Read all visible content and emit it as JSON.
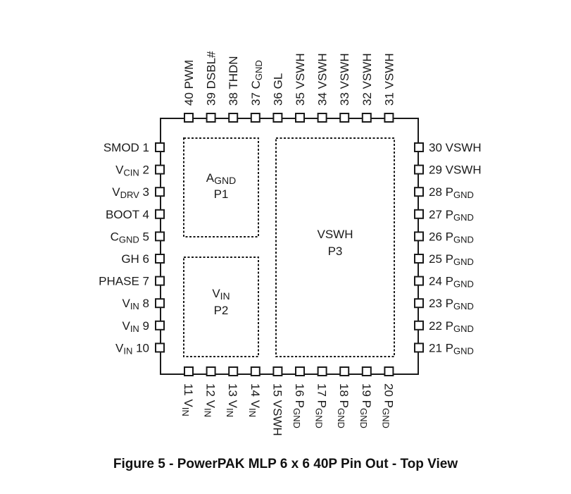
{
  "caption": "Figure 5 - PowerPAK MLP 6 x 6 40P Pin Out - Top View",
  "pads": [
    {
      "id": "P1",
      "lines": [
        {
          "main": "A",
          "sub": "GND"
        },
        {
          "main": "P1",
          "sub": ""
        }
      ]
    },
    {
      "id": "P2",
      "lines": [
        {
          "main": "V",
          "sub": "IN"
        },
        {
          "main": "P2",
          "sub": ""
        }
      ]
    },
    {
      "id": "P3",
      "lines": [
        {
          "main": "VSWH",
          "sub": ""
        },
        {
          "main": "P3",
          "sub": ""
        }
      ]
    }
  ],
  "pins": {
    "left": [
      {
        "num": 1,
        "main": "SMOD",
        "sub": ""
      },
      {
        "num": 2,
        "main": "V",
        "sub": "CIN"
      },
      {
        "num": 3,
        "main": "V",
        "sub": "DRV"
      },
      {
        "num": 4,
        "main": "BOOT",
        "sub": ""
      },
      {
        "num": 5,
        "main": "C",
        "sub": "GND"
      },
      {
        "num": 6,
        "main": "GH",
        "sub": ""
      },
      {
        "num": 7,
        "main": "PHASE",
        "sub": ""
      },
      {
        "num": 8,
        "main": "V",
        "sub": "IN"
      },
      {
        "num": 9,
        "main": "V",
        "sub": "IN"
      },
      {
        "num": 10,
        "main": "V",
        "sub": "IN"
      }
    ],
    "bottom": [
      {
        "num": 11,
        "main": "V",
        "sub": "IN"
      },
      {
        "num": 12,
        "main": "V",
        "sub": "IN"
      },
      {
        "num": 13,
        "main": "V",
        "sub": "IN"
      },
      {
        "num": 14,
        "main": "V",
        "sub": "IN"
      },
      {
        "num": 15,
        "main": "VSWH",
        "sub": ""
      },
      {
        "num": 16,
        "main": "P",
        "sub": "GND"
      },
      {
        "num": 17,
        "main": "P",
        "sub": "GND"
      },
      {
        "num": 18,
        "main": "P",
        "sub": "GND"
      },
      {
        "num": 19,
        "main": "P",
        "sub": "GND"
      },
      {
        "num": 20,
        "main": "P",
        "sub": "GND"
      }
    ],
    "right": [
      {
        "num": 21,
        "main": "P",
        "sub": "GND"
      },
      {
        "num": 22,
        "main": "P",
        "sub": "GND"
      },
      {
        "num": 23,
        "main": "P",
        "sub": "GND"
      },
      {
        "num": 24,
        "main": "P",
        "sub": "GND"
      },
      {
        "num": 25,
        "main": "P",
        "sub": "GND"
      },
      {
        "num": 26,
        "main": "P",
        "sub": "GND"
      },
      {
        "num": 27,
        "main": "P",
        "sub": "GND"
      },
      {
        "num": 28,
        "main": "P",
        "sub": "GND"
      },
      {
        "num": 29,
        "main": "VSWH",
        "sub": ""
      },
      {
        "num": 30,
        "main": "VSWH",
        "sub": ""
      }
    ],
    "top": [
      {
        "num": 31,
        "main": "VSWH",
        "sub": ""
      },
      {
        "num": 32,
        "main": "VSWH",
        "sub": ""
      },
      {
        "num": 33,
        "main": "VSWH",
        "sub": ""
      },
      {
        "num": 34,
        "main": "VSWH",
        "sub": ""
      },
      {
        "num": 35,
        "main": "VSWH",
        "sub": ""
      },
      {
        "num": 36,
        "main": "GL",
        "sub": ""
      },
      {
        "num": 37,
        "main": "C",
        "sub": "GND"
      },
      {
        "num": 38,
        "main": "THDN",
        "sub": ""
      },
      {
        "num": 39,
        "main": "DSBL#",
        "sub": ""
      },
      {
        "num": 40,
        "main": "PWM",
        "sub": ""
      }
    ]
  }
}
